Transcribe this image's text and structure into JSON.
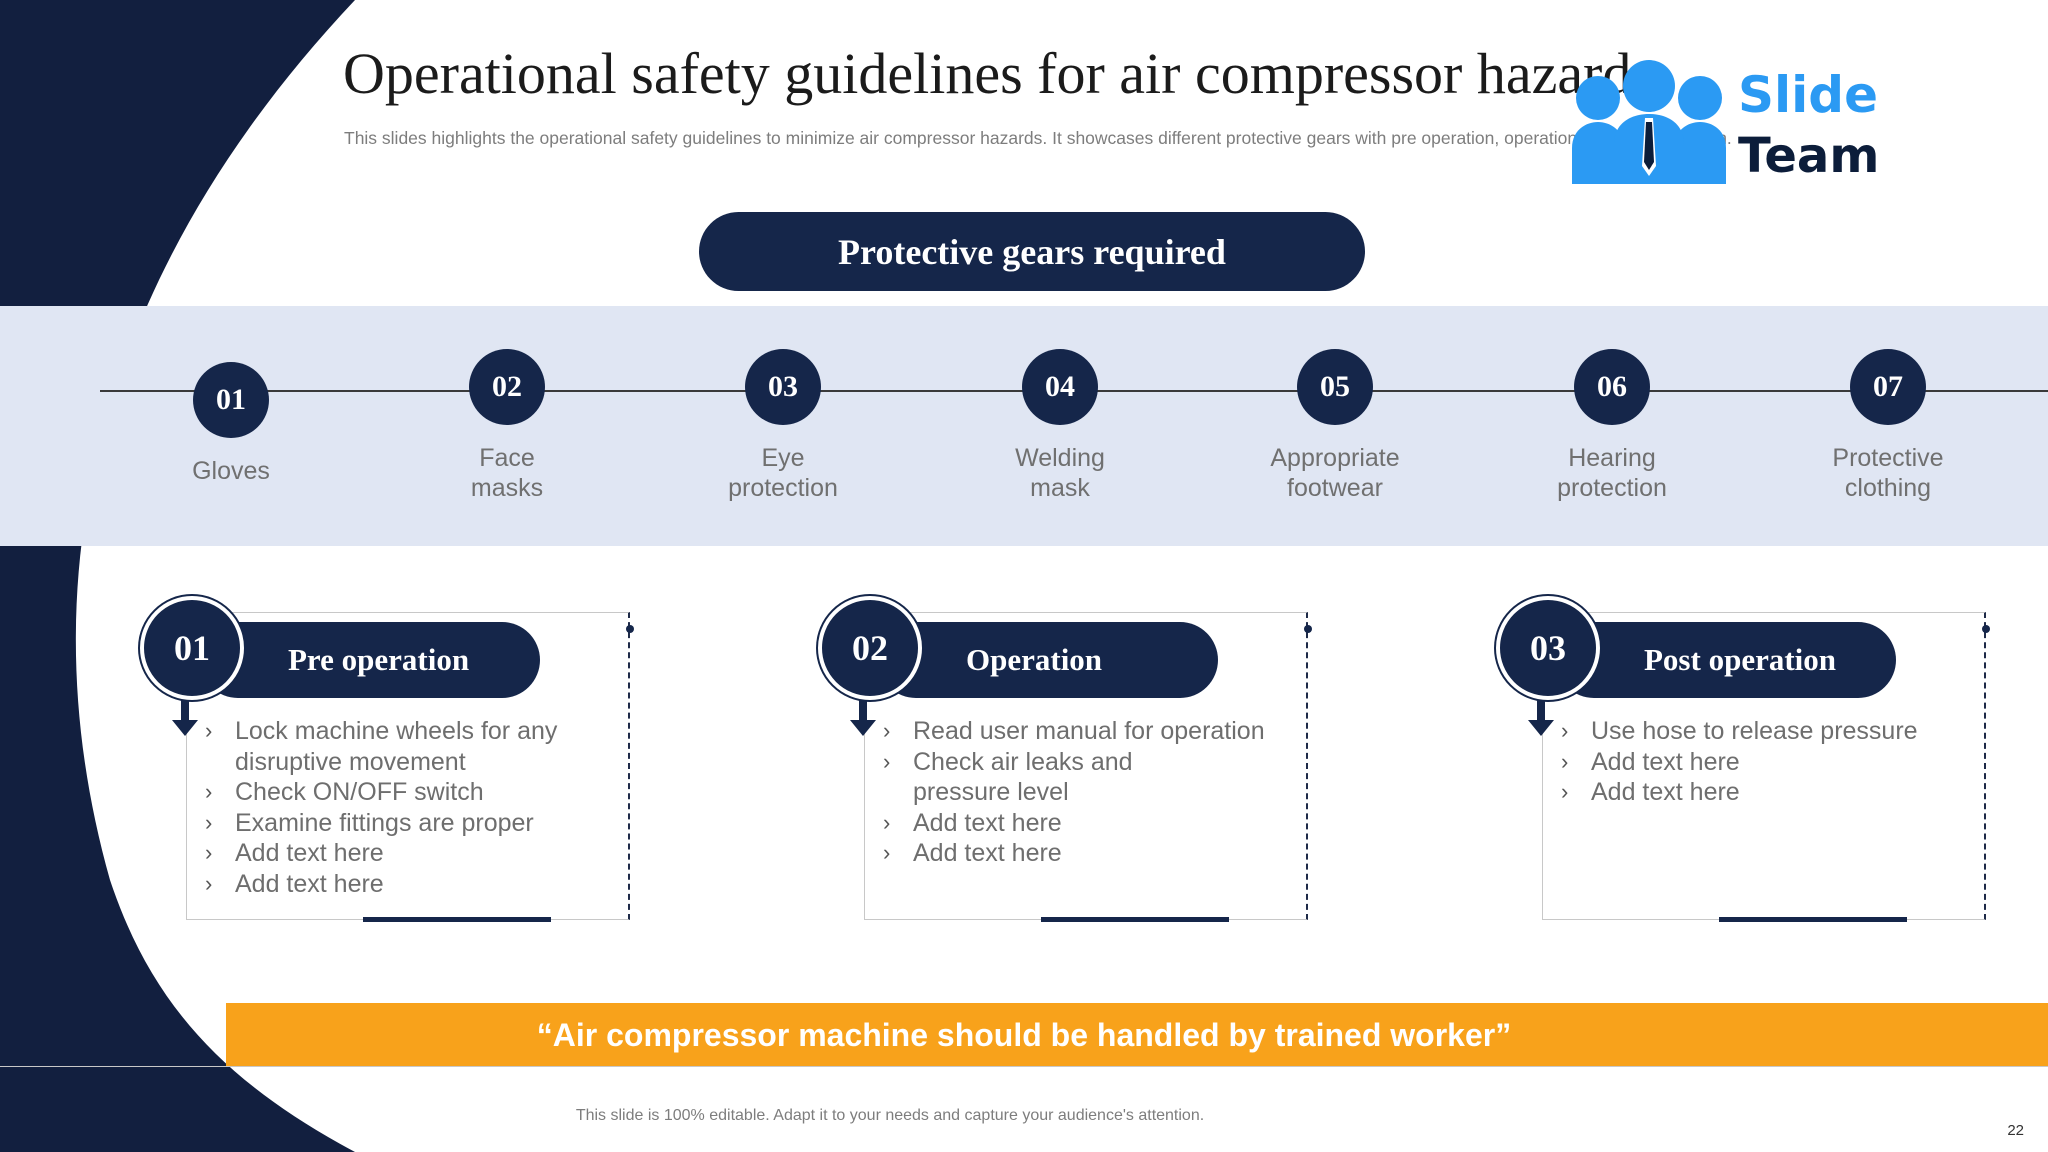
{
  "slide": {
    "title": "Operational safety guidelines for air compressor hazards",
    "subtitle": "This slides highlights the operational safety guidelines to minimize air compressor hazards. It showcases different protective gears with pre operation, operation and post operation."
  },
  "logo": {
    "slide_text": "Slide",
    "team_text": "Team"
  },
  "protective_gears": {
    "header": "Protective gears required",
    "items": [
      {
        "number": "01",
        "label": "Gloves"
      },
      {
        "number": "02",
        "label": "Face\nmasks"
      },
      {
        "number": "03",
        "label": "Eye\nprotection"
      },
      {
        "number": "04",
        "label": "Welding\nmask"
      },
      {
        "number": "05",
        "label": "Appropriate\nfootwear"
      },
      {
        "number": "06",
        "label": "Hearing\nprotection"
      },
      {
        "number": "07",
        "label": "Protective\nclothing"
      }
    ]
  },
  "phases": [
    {
      "number": "01",
      "title": "Pre operation",
      "bullets": [
        "Lock machine wheels for any disruptive movement",
        "Check ON/OFF switch",
        "Examine fittings are proper",
        "Add text here",
        "Add text here"
      ]
    },
    {
      "number": "02",
      "title": "Operation",
      "bullets": [
        "Read user manual for operation",
        "Check air leaks and pressure level",
        "Add text here",
        "Add text here"
      ]
    },
    {
      "number": "03",
      "title": "Post operation",
      "bullets": [
        "Use hose to release pressure",
        "Add text here",
        "Add text here"
      ]
    }
  ],
  "quote": "“Air compressor machine should be handled by trained worker”",
  "footer": "This slide is 100% editable. Adapt it to your needs and capture your audience's attention.",
  "page_number": "22",
  "colors": {
    "navy": "#15264a",
    "band": "#e0e6f3",
    "accent_orange": "#f8a21b",
    "logo_blue": "#2b9af3"
  }
}
